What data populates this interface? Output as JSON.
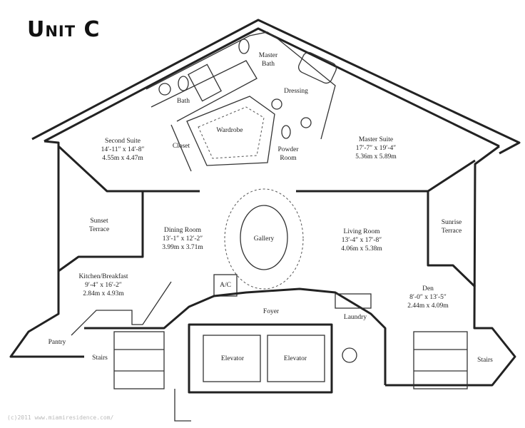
{
  "title": "Unit C",
  "copyright": "(c)2011 www.miamiresidence.com/",
  "rooms": {
    "master_bath": {
      "name1": "Master",
      "name2": "Bath"
    },
    "dressing": {
      "name": "Dressing"
    },
    "bath": {
      "name": "Bath"
    },
    "wardrobe": {
      "name": "Wardrobe"
    },
    "closet": {
      "name": "Closet"
    },
    "powder_room": {
      "name1": "Powder",
      "name2": "Room"
    },
    "second_suite": {
      "name": "Second Suite",
      "imperial": "14′-11″ x 14′-8″",
      "metric": "4.55m x 4.47m"
    },
    "master_suite": {
      "name": "Master Suite",
      "imperial": "17′-7″ x 19′-4″",
      "metric": "5.36m x 5.89m"
    },
    "sunset_terrace": {
      "name1": "Sunset",
      "name2": "Terrace"
    },
    "dining_room": {
      "name": "Dining Room",
      "imperial": "13′-1″ x 12′-2″",
      "metric": "3.99m x 3.71m"
    },
    "gallery": {
      "name": "Gallery"
    },
    "living_room": {
      "name": "Living Room",
      "imperial": "13′-4″ x 17′-8″",
      "metric": "4.06m x 5.38m"
    },
    "sunrise_terrace": {
      "name1": "Sunrise",
      "name2": "Terrace"
    },
    "kitchen": {
      "name": "Kitchen/Breakfast",
      "imperial": "9′-4″ x 16′-2″",
      "metric": "2.84m x 4.93m"
    },
    "ac": {
      "name": "A/C"
    },
    "den": {
      "name": "Den",
      "imperial": "8′-0″ x 13′-5″",
      "metric": "2.44m x 4.09m"
    },
    "foyer": {
      "name": "Foyer"
    },
    "laundry": {
      "name": "Laundry"
    },
    "pantry": {
      "name": "Pantry"
    },
    "stairs_left": {
      "name": "Stairs"
    },
    "stairs_right": {
      "name": "Stairs"
    },
    "elevator_left": {
      "name": "Elevator"
    },
    "elevator_right": {
      "name": "Elevator"
    }
  }
}
